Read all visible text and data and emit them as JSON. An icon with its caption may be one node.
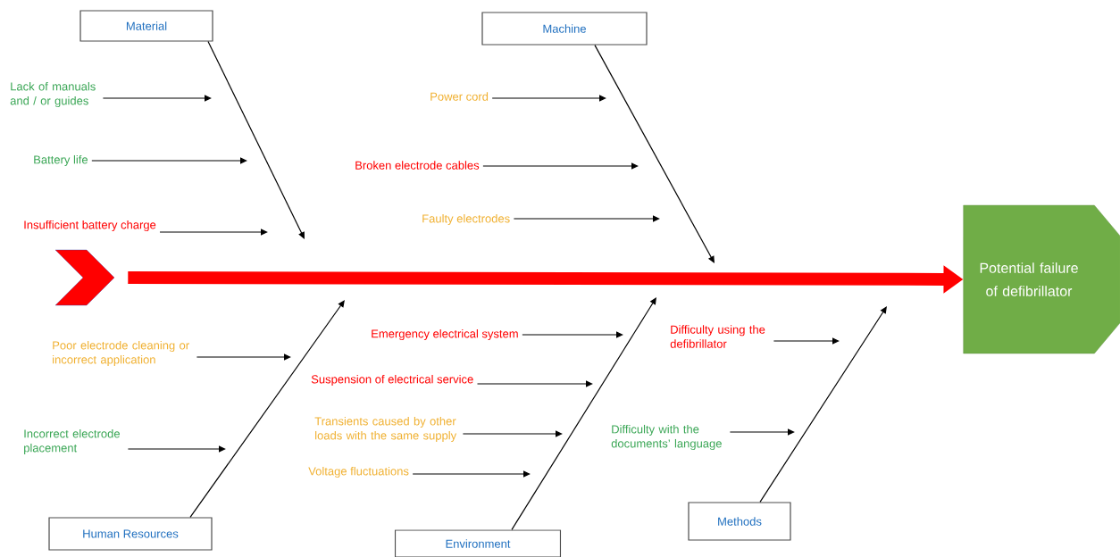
{
  "diagram": {
    "nodes": [
      {
        "text": [
          "Material"
        ]
      },
      {
        "text": [
          "Machine"
        ]
      },
      {
        "text": [
          "Human Resources"
        ]
      },
      {
        "text": [
          "Environment"
        ]
      },
      {
        "text": [
          "Methods"
        ]
      },
      {
        "text": [
          "Potential failure of defibrillator"
        ]
      },
      {
        "text": [],
        "shape": "chevron"
      },
      {
        "text": [
          "Lack of manuals and / or guides"
        ]
      },
      {
        "text": [
          "Battery life"
        ]
      },
      {
        "text": [
          "Insufficient battery charge"
        ]
      },
      {
        "text": [
          "Power cord"
        ]
      },
      {
        "text": [
          "Broken electrode cables"
        ]
      },
      {
        "text": [
          "Faulty electrodes"
        ]
      },
      {
        "text": [
          "Poor electrode cleaning or incorrect application"
        ]
      },
      {
        "text": [
          "Incorrect electrode placement"
        ]
      },
      {
        "text": [
          "Emergency electrical system"
        ]
      },
      {
        "text": [
          "Suspension of electrical service"
        ]
      },
      {
        "text": [
          "Transients caused by other loads with the same supply"
        ]
      },
      {
        "text": [
          "Voltage fluctuations"
        ]
      },
      {
        "text": [
          "Difficulty using the defibrillator"
        ]
      },
      {
        "text": [
          "Difficulty with the documents’ language"
        ]
      }
    ],
    "edges": [
      {
        "from": 0,
        "to": null,
        "arrow": "to"
      },
      {
        "from": 1,
        "to": null,
        "arrow": "to"
      },
      {
        "from": 2,
        "to": null,
        "arrow": "to"
      },
      {
        "from": 3,
        "to": null,
        "arrow": "to"
      },
      {
        "from": 4,
        "to": null,
        "arrow": "to"
      },
      {
        "from": 6,
        "to": 5,
        "arrow": "to",
        "style": "thick",
        "color": "#ff0000"
      },
      {
        "from": 7,
        "to": null,
        "arrow": "to"
      },
      {
        "from": 8,
        "to": null,
        "arrow": "to"
      },
      {
        "from": 9,
        "to": null,
        "arrow": "to"
      },
      {
        "from": 10,
        "to": null,
        "arrow": "to"
      },
      {
        "from": 11,
        "to": null,
        "arrow": "to"
      },
      {
        "from": 12,
        "to": null,
        "arrow": "to"
      },
      {
        "from": 13,
        "to": null,
        "arrow": "to"
      },
      {
        "from": 14,
        "to": null,
        "arrow": "to"
      },
      {
        "from": 15,
        "to": null,
        "arrow": "to"
      },
      {
        "from": 16,
        "to": null,
        "arrow": "to"
      },
      {
        "from": 17,
        "to": null,
        "arrow": "to"
      },
      {
        "from": 18,
        "to": null,
        "arrow": "to"
      },
      {
        "from": 19,
        "to": null,
        "arrow": "to"
      },
      {
        "from": 20,
        "to": null,
        "arrow": "to"
      }
    ]
  }
}
